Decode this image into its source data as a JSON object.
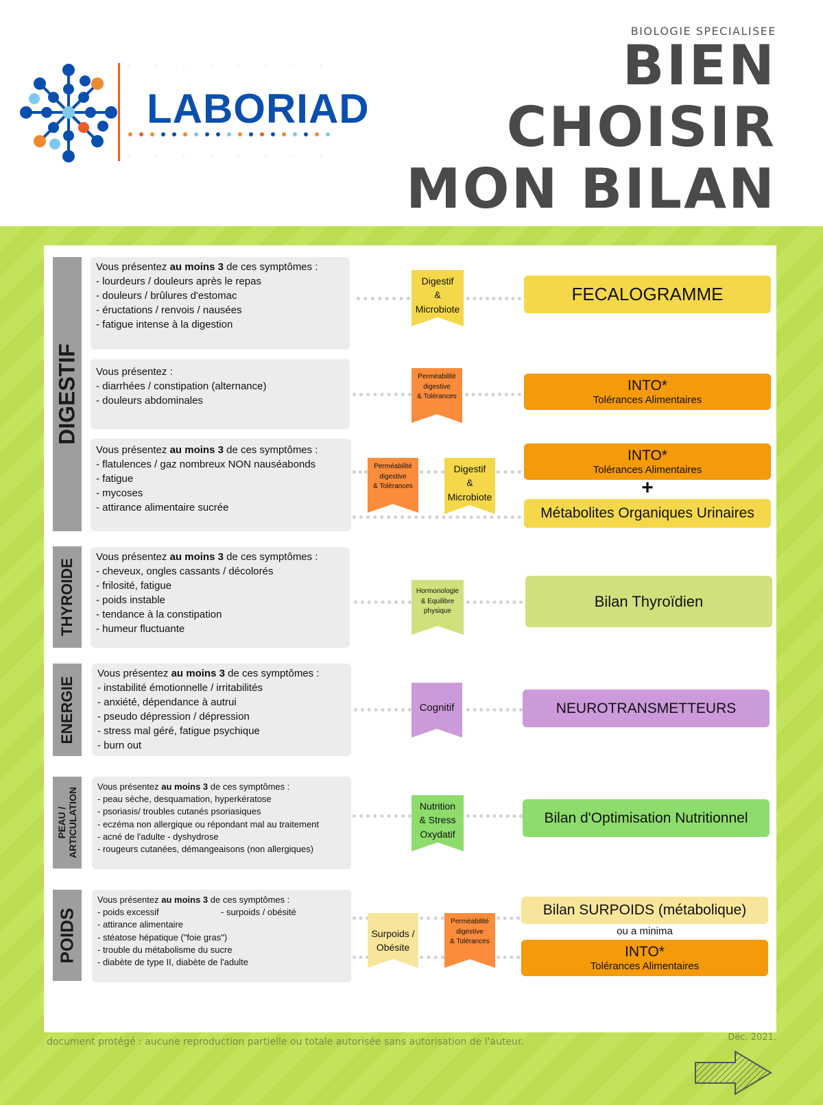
{
  "header": {
    "brand": "LABORIAD",
    "supertitle": "BIOLOGIE SPECIALISEE",
    "title_line1": "BIEN",
    "title_line2": "CHOISIR",
    "title_line3": "MON BILAN"
  },
  "categories": {
    "digestif": "DIGESTIF",
    "thyroide": "THYROIDE",
    "energie": "ENERGIE",
    "peau_line1": "PEAU /",
    "peau_line2": "ARTICULATION",
    "poids": "POIDS"
  },
  "intro": {
    "prefix": "Vous présentez ",
    "bold": "au moins 3",
    "suffix": " de ces symptômes :",
    "simple": "Vous présentez :"
  },
  "symptoms": {
    "d1": [
      "- lourdeurs / douleurs après le repas",
      "- douleurs / brûlures d'estomac",
      "- éructations / renvois / nausées",
      "- fatigue intense à la digestion"
    ],
    "d2": [
      "- diarrhées / constipation (alternance)",
      "- douleurs abdominales"
    ],
    "d3": [
      "- flatulences / gaz nombreux NON nauséabonds",
      "- fatigue",
      "- mycoses",
      "- attirance alimentaire sucrée"
    ],
    "thy": [
      "- cheveux, ongles cassants / décolorés",
      "- frilosité, fatigue",
      "- poids instable",
      "- tendance à la constipation",
      "- humeur fluctuante"
    ],
    "ene": [
      "- instabilité émotionnelle / irritabilités",
      "- anxiété, dépendance à autrui",
      "- pseudo dépression / dépression",
      "- stress mal géré, fatigue psychique",
      "- burn out"
    ],
    "peau": [
      "- peau sèche, desquamation, hyperkératose",
      "- psoriasis/ troubles cutanés psoriasiques",
      "- eczéma non allergique ou répondant mal au traitement",
      "- acné de l'adulte - dyshydrose",
      "- rougeurs cutanées, démangeaisons (non allergiques)"
    ],
    "poids_a": "- poids excessif",
    "poids_b": "- surpoids / obésité",
    "poids": [
      "- attirance alimentaire",
      "- stéatose hépatique (\"foie gras\")",
      "- trouble du métabolisme du sucre",
      "- diabète de type II, diabète de l'adulte"
    ]
  },
  "ribbons": {
    "digestif": "Digestif\n&\nMicrobiote",
    "permeabilite": "Perméabilité\ndigestive\n& Tolérances",
    "hormonologie": "Hormonologie\n& Equilibre\nphysique",
    "cognitif": "Cognitif",
    "nutrition": "Nutrition\n& Stress\nOxydatif",
    "surpoids": "Surpoids /\nObésite"
  },
  "results": {
    "fecalogramme": "FECALOGRAMME",
    "into": "INTO*",
    "into_sub": "Tolérances Alimentaires",
    "plus": "+",
    "metabolites": "Métabolites Organiques Urinaires",
    "thyroidien": "Bilan Thyroïdien",
    "neuro": "NEUROTRANSMETTEURS",
    "nutritionnel": "Bilan d'Optimisation Nutritionnel",
    "surpoids": "Bilan SURPOIDS (métabolique)",
    "minima": "ou a minima"
  },
  "footer": {
    "copyright": "document protégé : aucune reproduction partielle ou totale autorisée sans autorisation de l'auteur.",
    "date": "Déc. 2021."
  },
  "colors": {
    "yellow": "#f5d84a",
    "orange": "#f59a0a",
    "orange_ribbon": "#fb8c3c",
    "green_light": "#cfe07c",
    "purple": "#cc9ada",
    "green": "#8edc6c",
    "cream": "#f7e59a",
    "background": "#c4e35c"
  }
}
